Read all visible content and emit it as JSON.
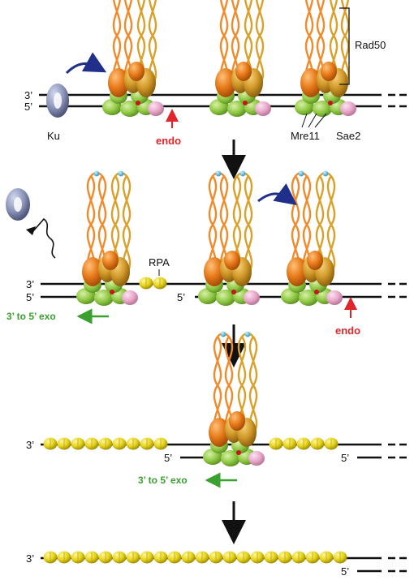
{
  "labels": {
    "three_prime": "3’",
    "five_prime": "5’",
    "ku": "Ku",
    "rad50": "Rad50",
    "mre11": "Mre11",
    "sae2": "Sae2",
    "endo": "endo",
    "rpa": "RPA",
    "exo": "3’ to 5’ exo"
  },
  "colors": {
    "dna": "#111111",
    "ku": "#8a93b8",
    "rad50_orange": "#f08a2a",
    "rad50_gold": "#d9a02a",
    "mre11_green": "#8cc63f",
    "sae2_pink": "#e8a6c8",
    "rpa_yellow": "#e6d31a",
    "endo_red": "#e0262a",
    "exo_green": "#3aa02f",
    "curved_arrow_blue": "#1f2f8a",
    "hinge_blue": "#4fb8d8"
  },
  "panels": [
    {
      "id": "stage-1",
      "description_visible": false
    },
    {
      "id": "stage-2",
      "description_visible": false
    },
    {
      "id": "stage-3",
      "description_visible": false
    },
    {
      "id": "stage-4",
      "description_visible": false
    }
  ]
}
